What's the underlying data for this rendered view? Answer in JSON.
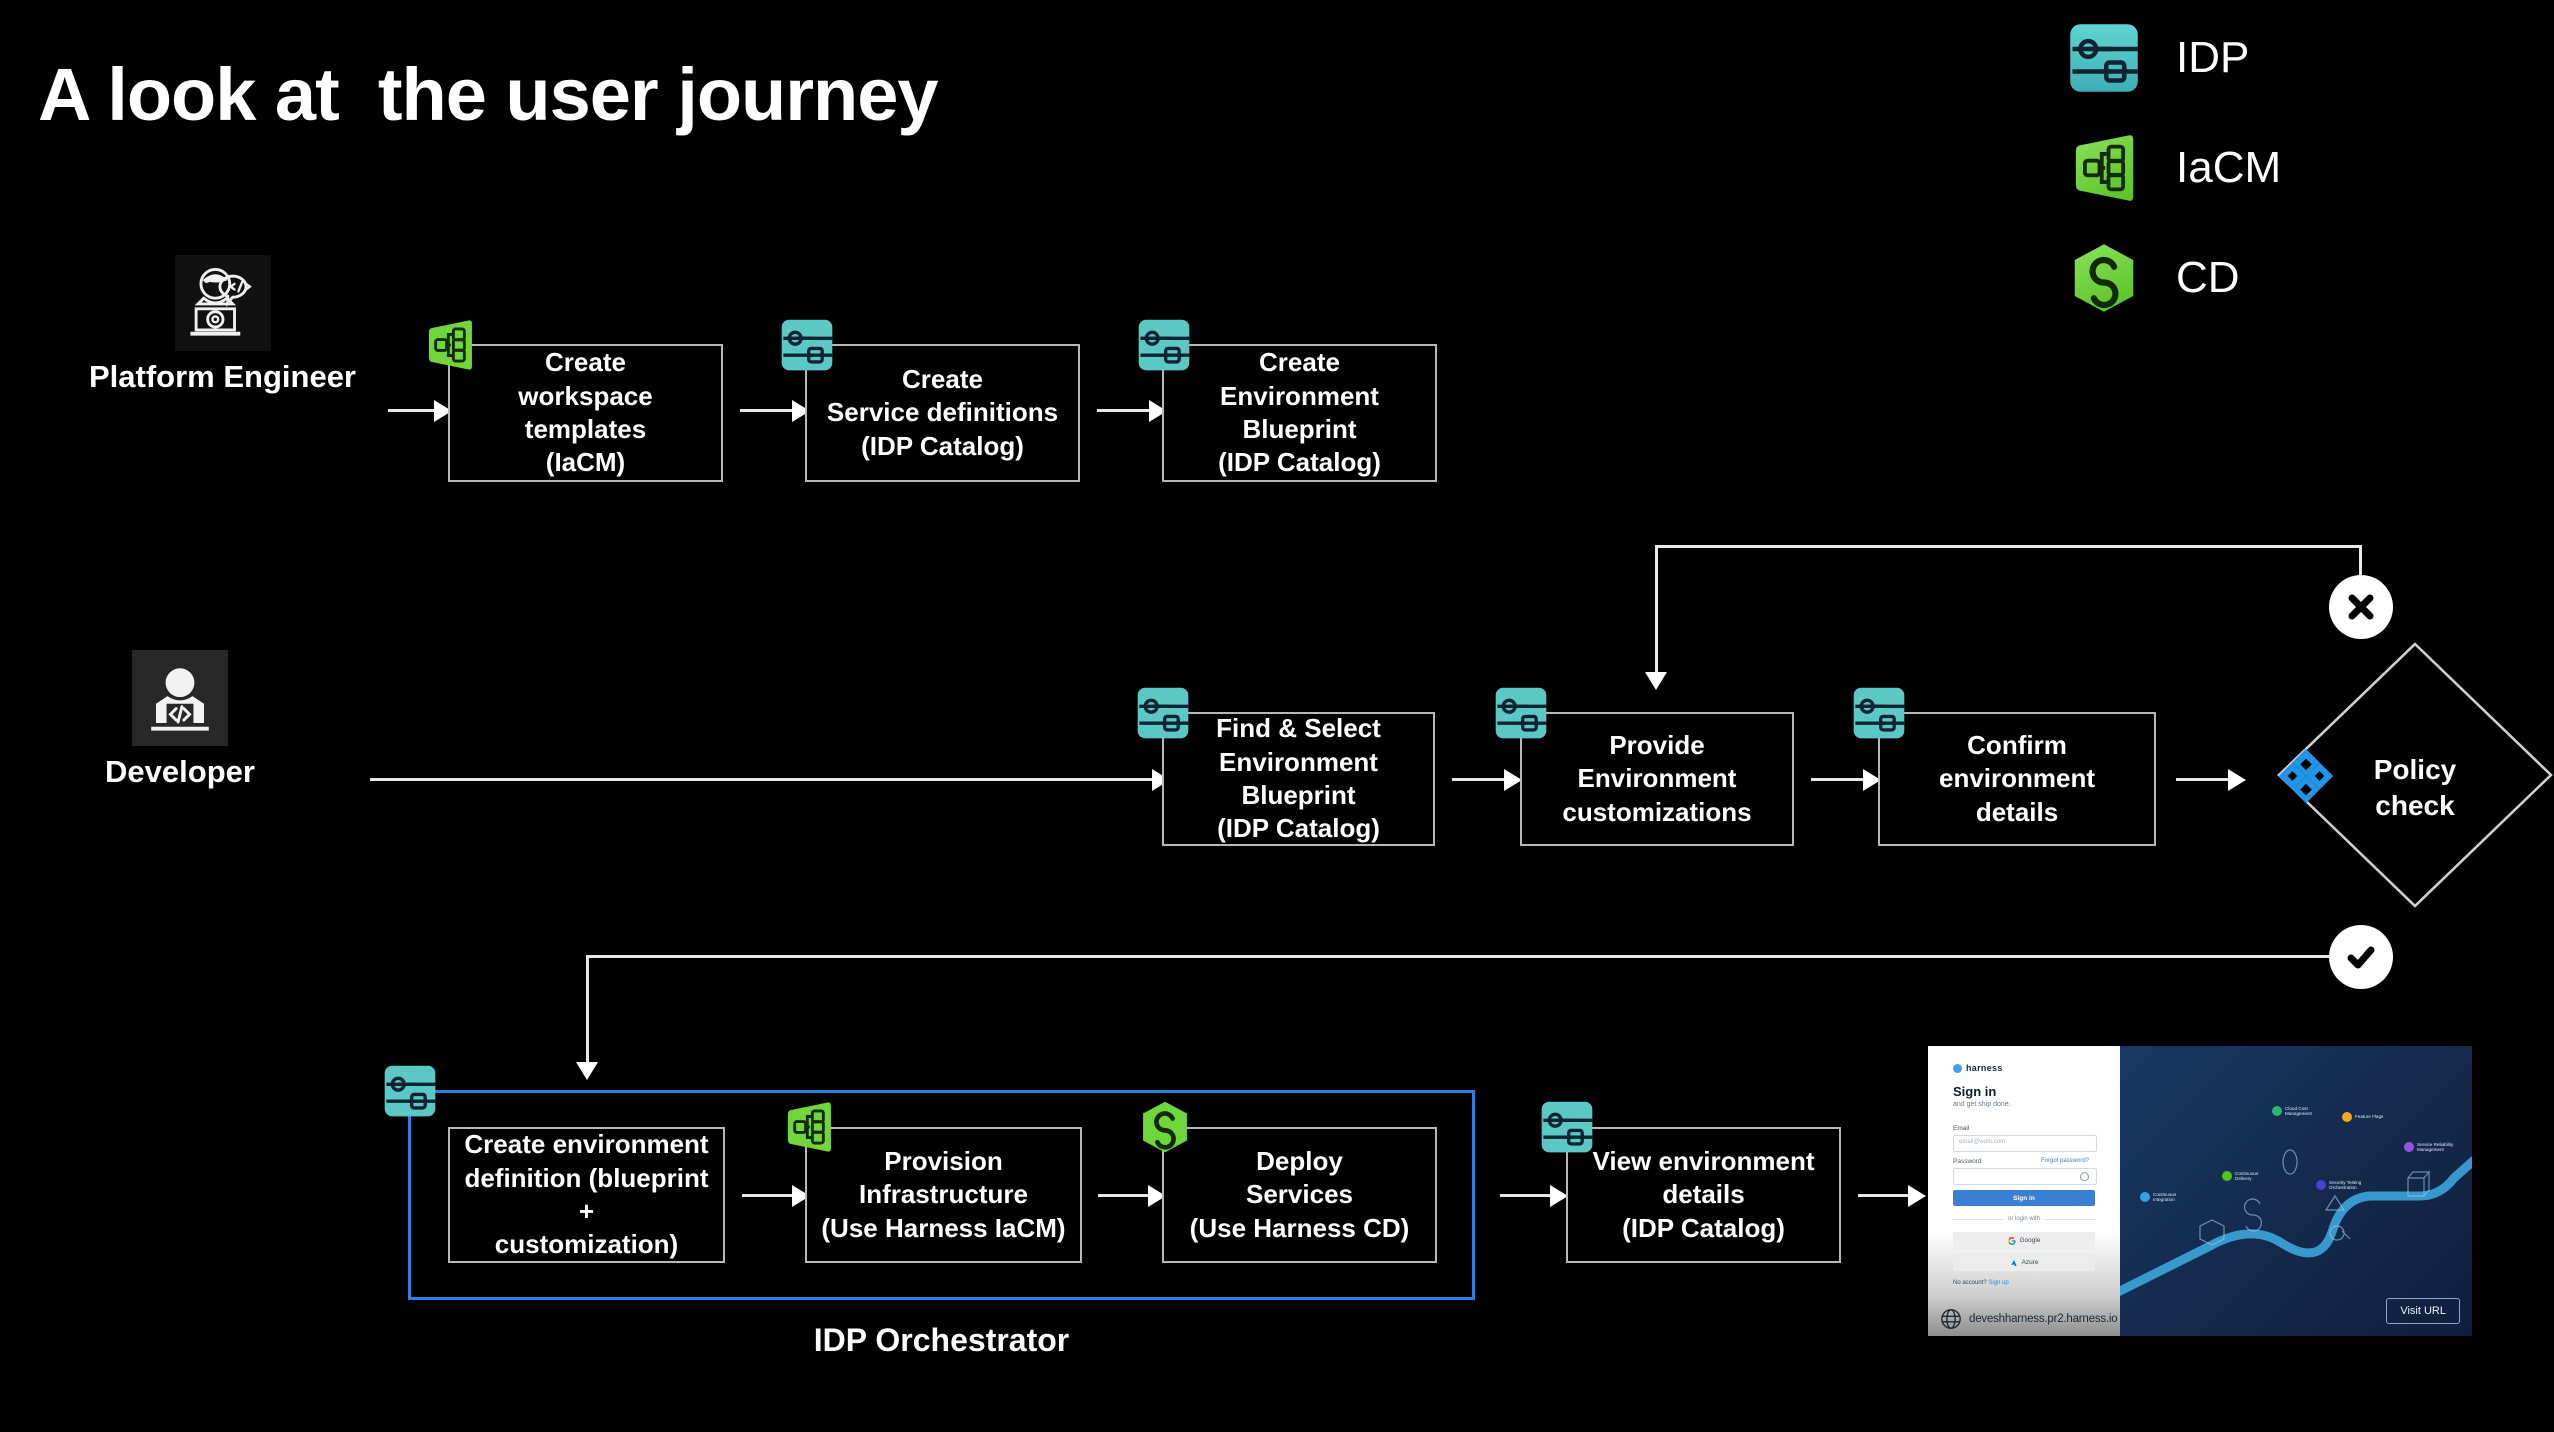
{
  "slide": {
    "title": "A look at  the user journey",
    "background": "#000000"
  },
  "legend": {
    "items": [
      {
        "label": "IDP",
        "icon": "idp-icon",
        "color": "#47C4C4"
      },
      {
        "label": "IaCM",
        "icon": "iacm-icon",
        "color": "#73D13A"
      },
      {
        "label": "CD",
        "icon": "cd-icon",
        "color": "#6CD83F"
      }
    ]
  },
  "rows": {
    "platform_engineer": {
      "persona_label": "Platform Engineer",
      "persona_icon": "platform-engineer-avatar-icon",
      "steps": [
        {
          "text": "Create\nworkspace templates\n(IaCM)",
          "badge": "iacm-icon"
        },
        {
          "text": "Create\nService definitions\n(IDP Catalog)",
          "badge": "idp-icon"
        },
        {
          "text": "Create\nEnvironment Blueprint\n(IDP Catalog)",
          "badge": "idp-icon"
        }
      ]
    },
    "developer": {
      "persona_label": "Developer",
      "persona_icon": "developer-avatar-icon",
      "steps": [
        {
          "text": "Find & Select\nEnvironment Blueprint\n(IDP Catalog)",
          "badge": "idp-icon"
        },
        {
          "text": "Provide\nEnvironment\ncustomizations",
          "badge": "idp-icon"
        },
        {
          "text": "Confirm environment\ndetails",
          "badge": "idp-icon"
        }
      ],
      "decision": {
        "label": "Policy\ncheck",
        "badge": "opa-policy-icon",
        "badge_color": "#2196e8",
        "fail_marker": "cross-icon",
        "pass_marker": "check-icon"
      }
    },
    "orchestrator": {
      "group_label": "IDP Orchestrator",
      "group_color": "#2e7fe0",
      "badge": "idp-icon",
      "steps": [
        {
          "text": "Create environment\ndefinition (blueprint +\ncustomization)",
          "badge": null
        },
        {
          "text": "Provision\nInfrastructure\n(Use Harness IaCM)",
          "badge": "iacm-icon"
        },
        {
          "text": "Deploy\nServices\n(Use Harness CD)",
          "badge": "cd-icon"
        }
      ],
      "after": [
        {
          "text": "View environment\ndetails\n(IDP Catalog)",
          "badge": "idp-icon"
        }
      ]
    }
  },
  "screenshot": {
    "brand": "harness",
    "heading": "Sign in",
    "subheading": "and get ship done.",
    "email_label": "Email",
    "email_placeholder": "email@work.com",
    "password_label": "Password",
    "forgot_link": "Forgot password?",
    "submit_label": "Sign in",
    "divider_text": "or login with",
    "sso": [
      "Google",
      "Azure"
    ],
    "no_account_text": "No account?",
    "sign_up_link": "Sign up",
    "url": "deveshharness.pr2.harness.io",
    "visit_button": "Visit URL",
    "modules": [
      {
        "name": "Continuous\nIntegration",
        "color": "#35a3dd"
      },
      {
        "name": "Continuous\nDelivery",
        "color": "#52c41a"
      },
      {
        "name": "Cloud Cost\nManagement",
        "color": "#2bb673"
      },
      {
        "name": "Feature Flags",
        "color": "#f5a623"
      },
      {
        "name": "Security Testing\nOrchestration",
        "color": "#4a3fd6"
      },
      {
        "name": "Service Reliability\nManagement",
        "color": "#9b51e0"
      }
    ]
  }
}
